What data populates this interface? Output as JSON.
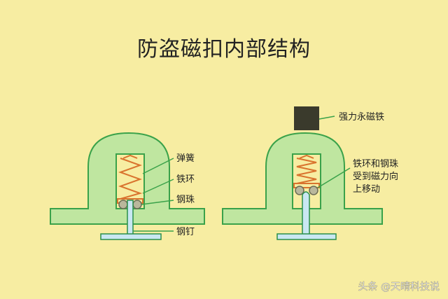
{
  "title": "防盗磁扣内部结构",
  "left_diagram": {
    "labels": {
      "spring": "弹簧",
      "iron_ring": "铁环",
      "steel_balls": "钢珠",
      "steel_nail": "钢钉"
    }
  },
  "right_diagram": {
    "magnet_label": "强力永磁铁",
    "motion_label_lines": [
      "铁环和钢珠",
      "受到磁力向",
      "上移动"
    ]
  },
  "watermark": {
    "text": "头条 @天晴科技说"
  },
  "colors": {
    "background": "#f7eda2",
    "shell_fill": "#bfe6a0",
    "shell_stroke": "#3aa24a",
    "inner_fill": "#f7eda2",
    "spring": "#d9732e",
    "ball": "#b9b79c",
    "nail_fill": "#c9e7f2",
    "nail_stroke": "#2a8f4a",
    "magnet": "#3a3a2c",
    "leader": "#3aa24a",
    "text": "#222222"
  }
}
